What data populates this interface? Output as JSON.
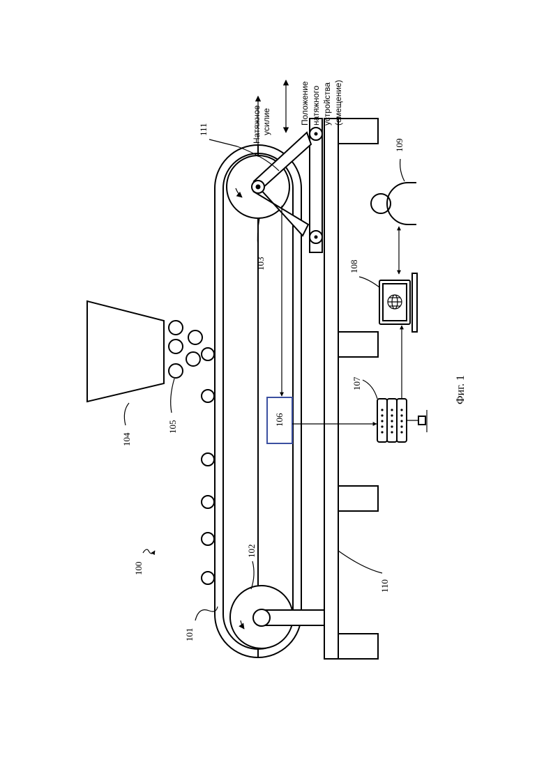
{
  "labels": {
    "l100": "100",
    "l101": "101",
    "l102": "102",
    "l103": "103",
    "l104": "104",
    "l105": "105",
    "l106": "106",
    "l107": "107",
    "l108": "108",
    "l109": "109",
    "l110": "110",
    "l111": "111"
  },
  "annotations": {
    "tension_force": [
      "Натяжное",
      "усилие"
    ],
    "tensioner_position": [
      "Положение",
      "натяжного",
      "устройства",
      "(смещение)"
    ]
  },
  "caption": "Фиг. 1",
  "colors": {
    "controller_box": "#3b4fa0"
  }
}
